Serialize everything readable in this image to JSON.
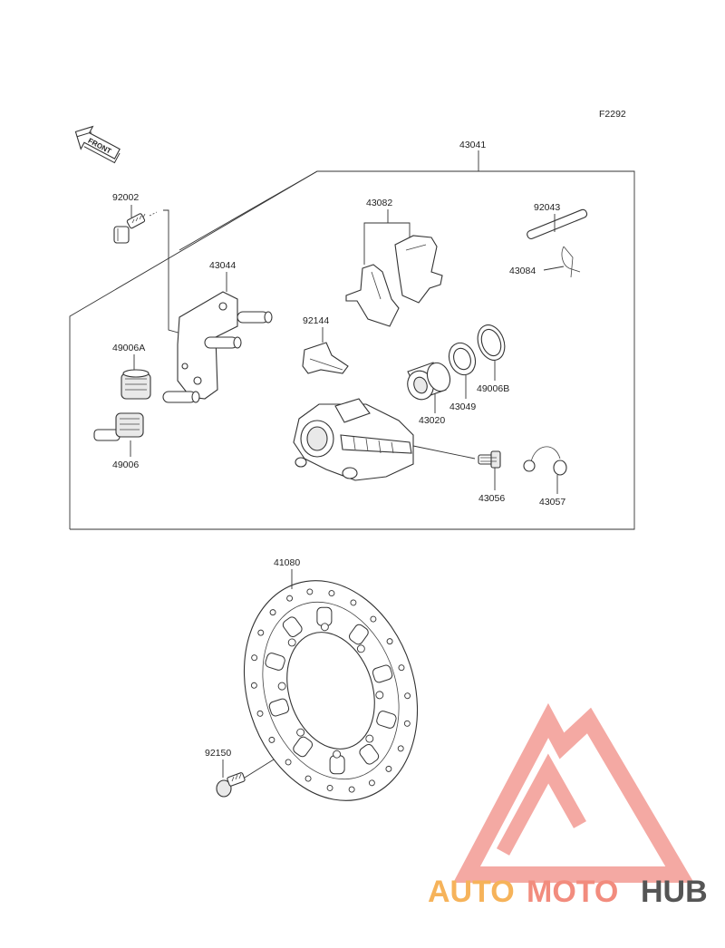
{
  "diagram": {
    "code": "F2292",
    "front_label": "FRONT",
    "parts": {
      "p43041": "43041",
      "p92002": "92002",
      "p43082": "43082",
      "p92043": "92043",
      "p43084": "43084",
      "p43044": "43044",
      "p92144": "92144",
      "p49006A": "49006A",
      "p49006B": "49006B",
      "p43049": "43049",
      "p43020": "43020",
      "p49006": "49006",
      "p43056": "43056",
      "p43057": "43057",
      "p41080": "41080",
      "p92150": "92150"
    }
  },
  "watermark": {
    "text_part1": "AUTO",
    "text_part2": "MOTO",
    "text_part3": "HUB",
    "colors": {
      "triangle": "#f08c84",
      "auto": "#f6b35a",
      "moto": "#f28c7e",
      "hub": "#555555"
    }
  }
}
